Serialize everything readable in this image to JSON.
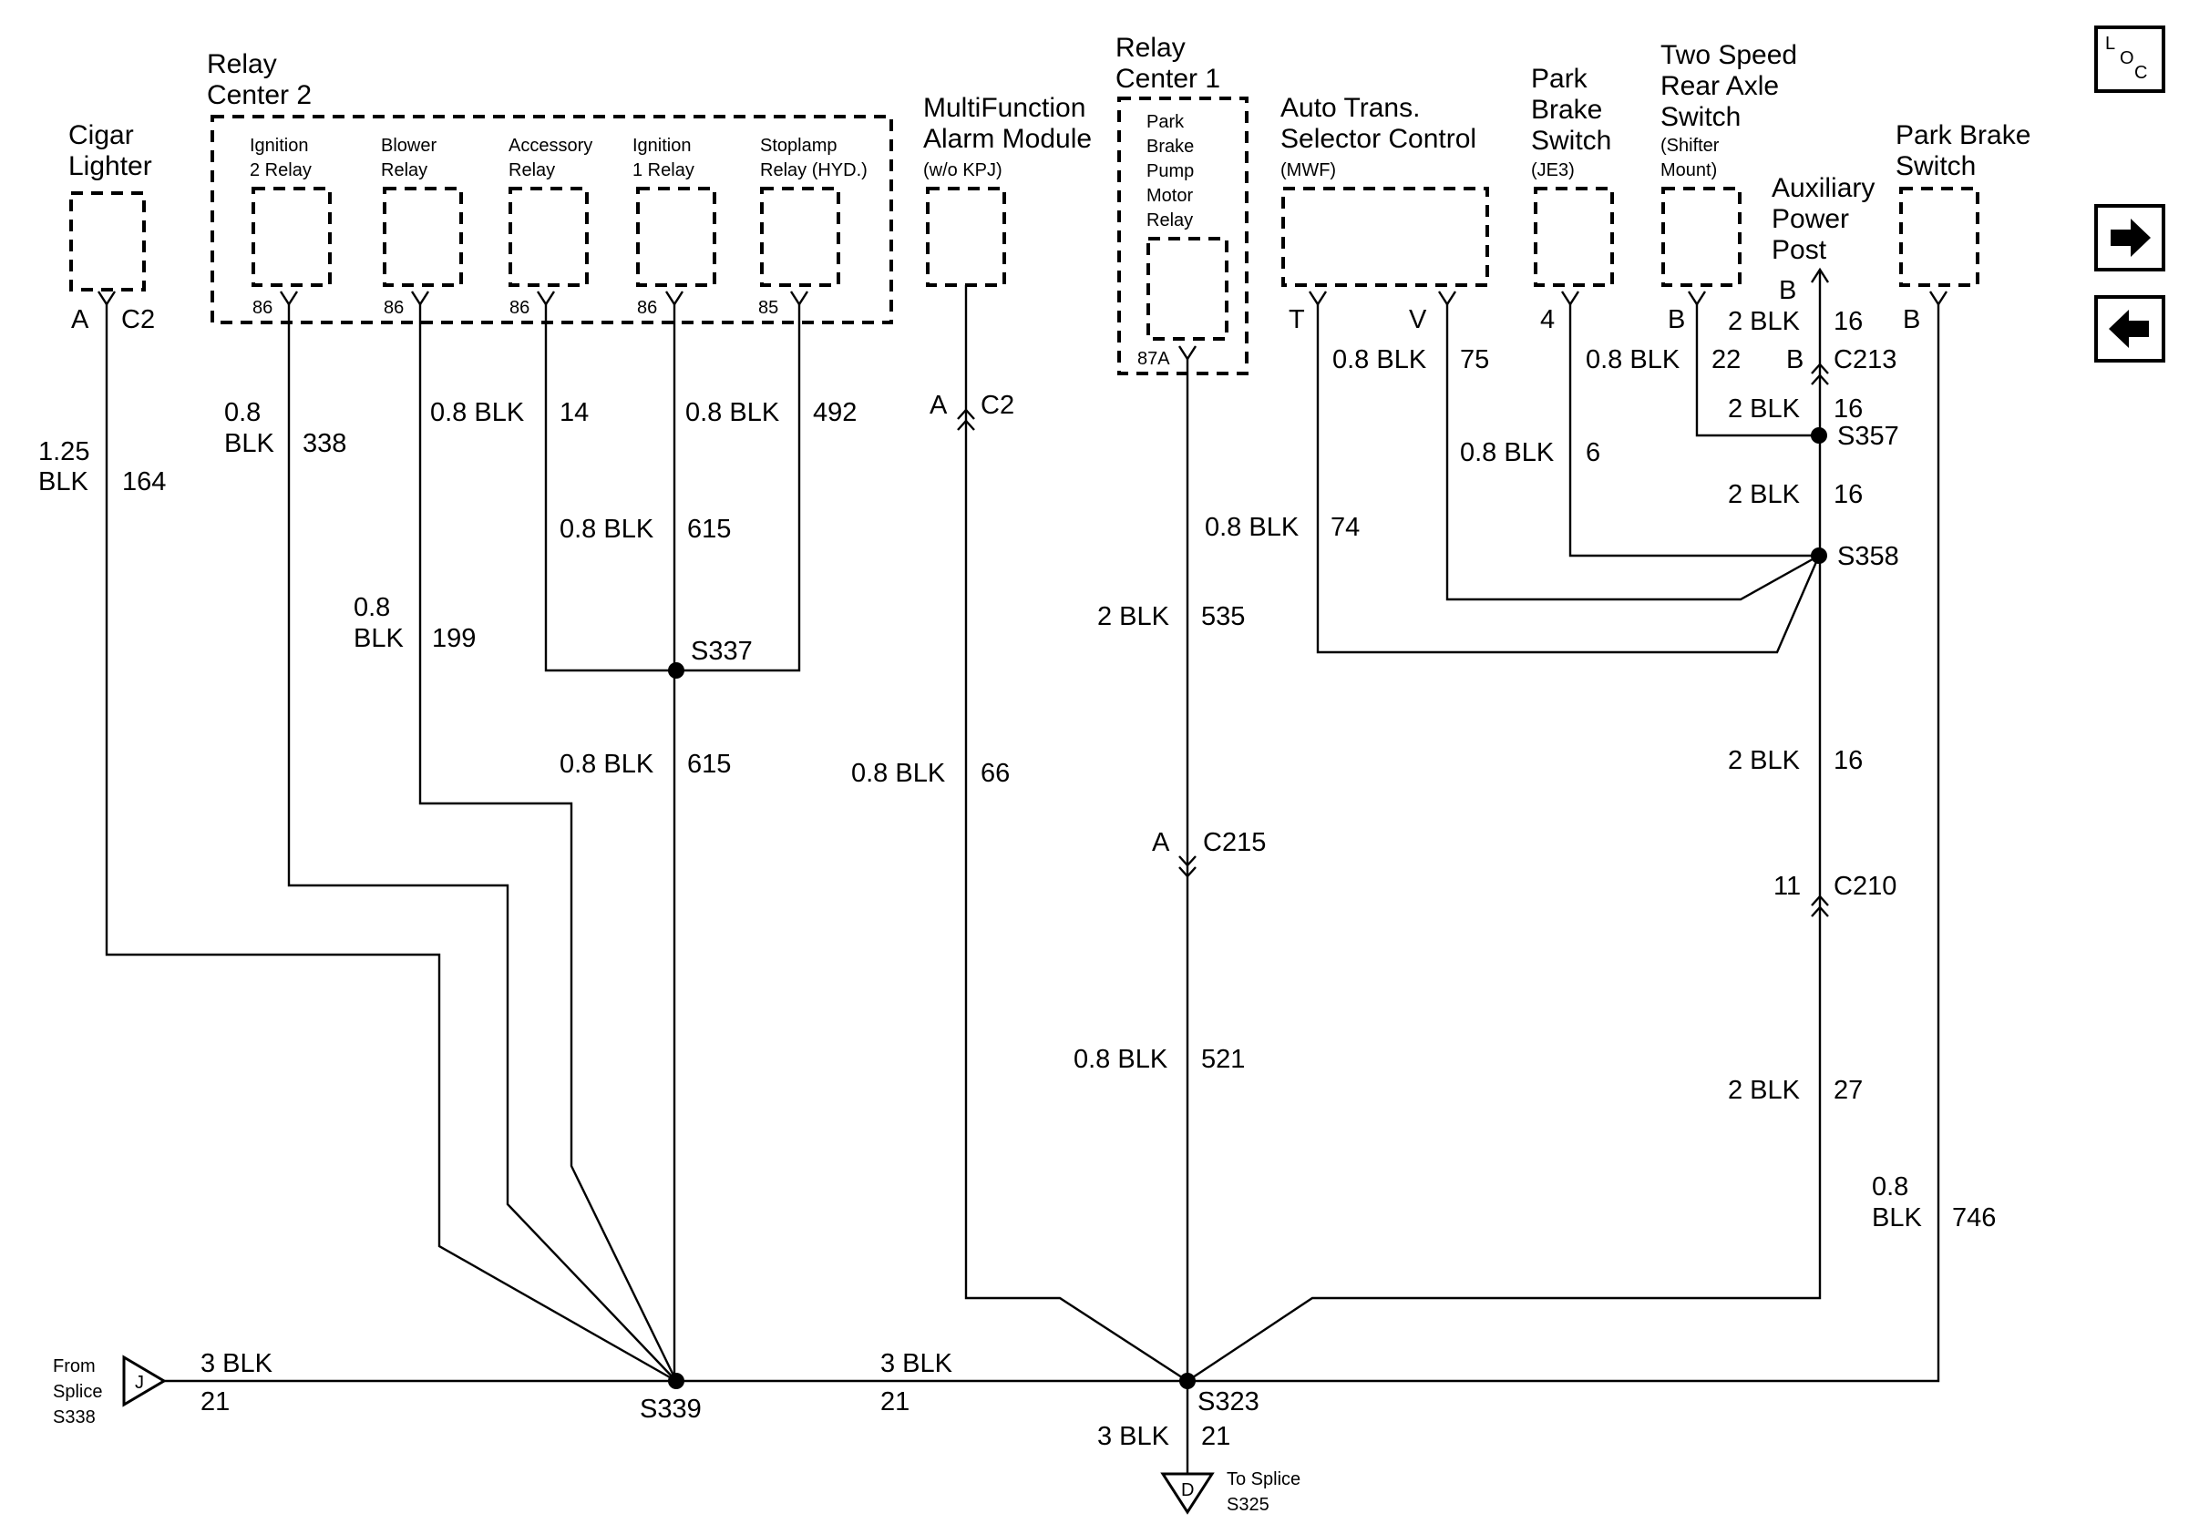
{
  "components": {
    "cigar": {
      "l1": "Cigar",
      "l2": "Lighter",
      "pin": "A",
      "conn": "C2"
    },
    "relay2": {
      "l1": "Relay",
      "l2": "Center 2",
      "relays": [
        {
          "l1": "Ignition",
          "l2": "2 Relay",
          "pin": "86"
        },
        {
          "l1": "Blower",
          "l2": "Relay",
          "pin": "86"
        },
        {
          "l1": "Accessory",
          "l2": "Relay",
          "pin": "86"
        },
        {
          "l1": "Ignition",
          "l2": "1 Relay",
          "pin": "86"
        },
        {
          "l1": "Stoplamp",
          "l2": "Relay (HYD.)",
          "pin": "85"
        }
      ]
    },
    "alarm": {
      "l1": "MultiFunction",
      "l2": "Alarm Module",
      "l3": "(w/o KPJ)",
      "pin": "A",
      "conn": "C2"
    },
    "relay1": {
      "l1": "Relay",
      "l2": "Center 1",
      "inner": [
        "Park",
        "Brake",
        "Pump",
        "Motor",
        "Relay"
      ],
      "pin": "87A"
    },
    "autotrans": {
      "l1": "Auto Trans.",
      "l2": "Selector Control",
      "l3": "(MWF)",
      "pin1": "T",
      "pin2": "V"
    },
    "pbswitch": {
      "l1": "Park",
      "l2": "Brake",
      "l3": "Switch",
      "l4": "(JE3)",
      "pin": "4"
    },
    "twospeed": {
      "l1": "Two Speed",
      "l2": "Rear Axle",
      "l3": "Switch",
      "l4": "(Shifter",
      "l5": "Mount)",
      "pin": "B"
    },
    "auxpower": {
      "l1": "Auxiliary",
      "l2": "Power",
      "l3": "Post",
      "pin": "B"
    },
    "pbswitch2": {
      "l1": "Park Brake",
      "l2": "Switch",
      "pin": "B"
    }
  },
  "wires": {
    "w164": {
      "size": "1.25",
      "color": "BLK",
      "circuit": "164"
    },
    "w338": {
      "size": "0.8",
      "color": "BLK",
      "circuit": "338"
    },
    "w199": {
      "size": "0.8",
      "color": "BLK",
      "circuit": "199"
    },
    "w14": {
      "label": "0.8 BLK",
      "circuit": "14"
    },
    "w492": {
      "label": "0.8 BLK",
      "circuit": "492"
    },
    "w615a": {
      "label": "0.8 BLK",
      "circuit": "615"
    },
    "w615b": {
      "label": "0.8 BLK",
      "circuit": "615"
    },
    "w66": {
      "label": "0.8 BLK",
      "circuit": "66"
    },
    "w535": {
      "label": "2 BLK",
      "circuit": "535"
    },
    "w521": {
      "label": "0.8 BLK",
      "circuit": "521"
    },
    "w75": {
      "label": "0.8 BLK",
      "circuit": "75"
    },
    "w74": {
      "label": "0.8 BLK",
      "circuit": "74"
    },
    "w6": {
      "label": "0.8 BLK",
      "circuit": "6"
    },
    "w22": {
      "label": "0.8 BLK",
      "circuit": "22"
    },
    "w16a": {
      "label": "2 BLK",
      "circuit": "16"
    },
    "w16b": {
      "label": "2 BLK",
      "circuit": "16"
    },
    "w16c": {
      "label": "2 BLK",
      "circuit": "16"
    },
    "w16d": {
      "label": "2 BLK",
      "circuit": "16"
    },
    "w27": {
      "label": "2 BLK",
      "circuit": "27"
    },
    "w746": {
      "size": "0.8",
      "color": "BLK",
      "circuit": "746"
    },
    "w21a": {
      "label": "3 BLK",
      "circuit": "21"
    },
    "w21b": {
      "label": "3 BLK",
      "circuit": "21"
    },
    "w21c": {
      "label": "3 BLK",
      "circuit": "21"
    }
  },
  "connectors": {
    "c215": {
      "pin": "A",
      "name": "C215"
    },
    "c213": {
      "pin": "B",
      "name": "C213"
    },
    "c210": {
      "pin": "11",
      "name": "C210"
    }
  },
  "splices": {
    "s337": "S337",
    "s339": "S339",
    "s323": "S323",
    "s357": "S357",
    "s358": "S358"
  },
  "offpage": {
    "from": {
      "letter": "J",
      "l1": "From",
      "l2": "Splice",
      "l3": "S338"
    },
    "to": {
      "letter": "D",
      "l1": "To Splice",
      "l2": "S325"
    }
  },
  "nav": {
    "loc_l": "L",
    "loc_o": "O",
    "loc_c": "C",
    "forward": "forward-arrow",
    "back": "back-arrow"
  }
}
